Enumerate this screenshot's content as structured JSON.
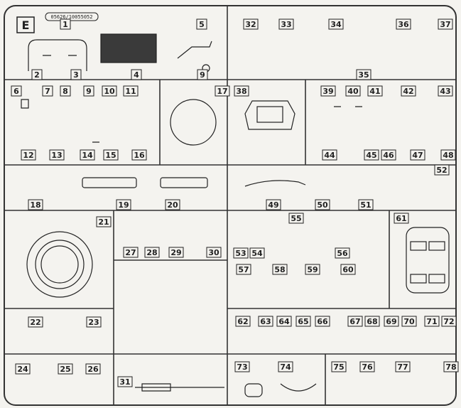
{
  "sheet": {
    "letter": "E",
    "code": "05626/10055052"
  },
  "parts": [
    {
      "n": "1"
    },
    {
      "n": "2"
    },
    {
      "n": "3"
    },
    {
      "n": "4"
    },
    {
      "n": "5"
    },
    {
      "n": "6"
    },
    {
      "n": "7"
    },
    {
      "n": "8"
    },
    {
      "n": "9"
    },
    {
      "n": "9"
    },
    {
      "n": "10"
    },
    {
      "n": "11"
    },
    {
      "n": "12"
    },
    {
      "n": "13"
    },
    {
      "n": "14"
    },
    {
      "n": "15"
    },
    {
      "n": "16"
    },
    {
      "n": "17"
    },
    {
      "n": "18"
    },
    {
      "n": "19"
    },
    {
      "n": "20"
    },
    {
      "n": "21"
    },
    {
      "n": "22"
    },
    {
      "n": "23"
    },
    {
      "n": "24"
    },
    {
      "n": "25"
    },
    {
      "n": "26"
    },
    {
      "n": "27"
    },
    {
      "n": "28"
    },
    {
      "n": "29"
    },
    {
      "n": "30"
    },
    {
      "n": "31"
    },
    {
      "n": "32"
    },
    {
      "n": "33"
    },
    {
      "n": "34"
    },
    {
      "n": "35"
    },
    {
      "n": "36"
    },
    {
      "n": "37"
    },
    {
      "n": "38"
    },
    {
      "n": "39"
    },
    {
      "n": "40"
    },
    {
      "n": "41"
    },
    {
      "n": "42"
    },
    {
      "n": "43"
    },
    {
      "n": "44"
    },
    {
      "n": "45"
    },
    {
      "n": "46"
    },
    {
      "n": "47"
    },
    {
      "n": "48"
    },
    {
      "n": "49"
    },
    {
      "n": "50"
    },
    {
      "n": "51"
    },
    {
      "n": "52"
    },
    {
      "n": "53"
    },
    {
      "n": "54"
    },
    {
      "n": "55"
    },
    {
      "n": "56"
    },
    {
      "n": "57"
    },
    {
      "n": "58"
    },
    {
      "n": "59"
    },
    {
      "n": "60"
    },
    {
      "n": "61"
    },
    {
      "n": "62"
    },
    {
      "n": "63"
    },
    {
      "n": "64"
    },
    {
      "n": "65"
    },
    {
      "n": "66"
    },
    {
      "n": "67"
    },
    {
      "n": "68"
    },
    {
      "n": "69"
    },
    {
      "n": "70"
    },
    {
      "n": "71"
    },
    {
      "n": "72"
    },
    {
      "n": "73"
    },
    {
      "n": "74"
    },
    {
      "n": "75"
    },
    {
      "n": "76"
    },
    {
      "n": "77"
    },
    {
      "n": "78"
    }
  ]
}
